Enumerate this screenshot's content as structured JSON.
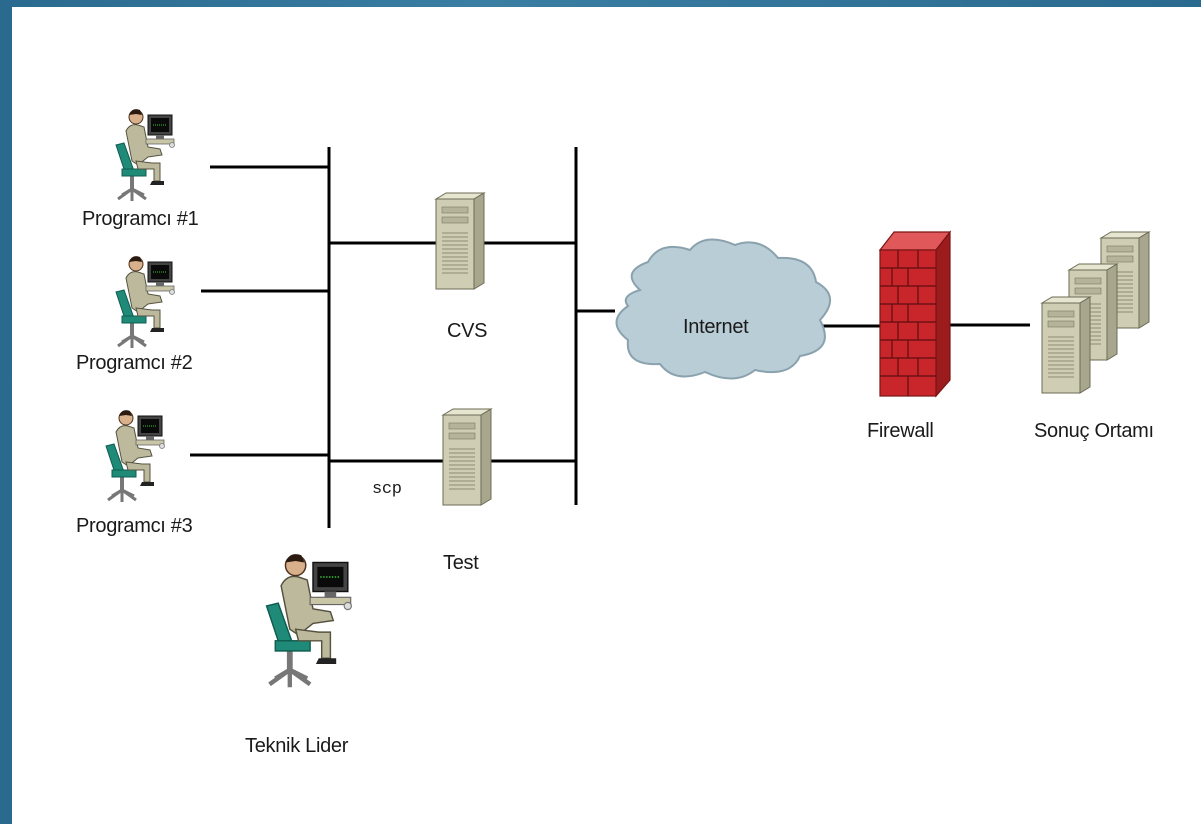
{
  "nodes": {
    "programmer1": {
      "label": "Programcı #1",
      "icon": "programmer-icon"
    },
    "programmer2": {
      "label": "Programcı #2",
      "icon": "programmer-icon"
    },
    "programmer3": {
      "label": "Programcı #3",
      "icon": "programmer-icon"
    },
    "tech_lead": {
      "label": "Teknik Lider",
      "icon": "programmer-icon"
    },
    "cvs": {
      "label": "CVS",
      "icon": "server-icon"
    },
    "test": {
      "label": "Test",
      "icon": "server-icon"
    },
    "internet": {
      "label": "Internet",
      "icon": "cloud-icon"
    },
    "firewall": {
      "label": "Firewall",
      "icon": "firewall-icon"
    },
    "production": {
      "label": "Sonuç Ortamı",
      "icon": "server-cluster-icon"
    }
  },
  "edges": {
    "scp_label": "scp"
  },
  "colors": {
    "frame": "#2b6a8f",
    "firewall_red": "#c8262a",
    "cloud": "#b9cdd6",
    "server": "#c9c8b0"
  }
}
